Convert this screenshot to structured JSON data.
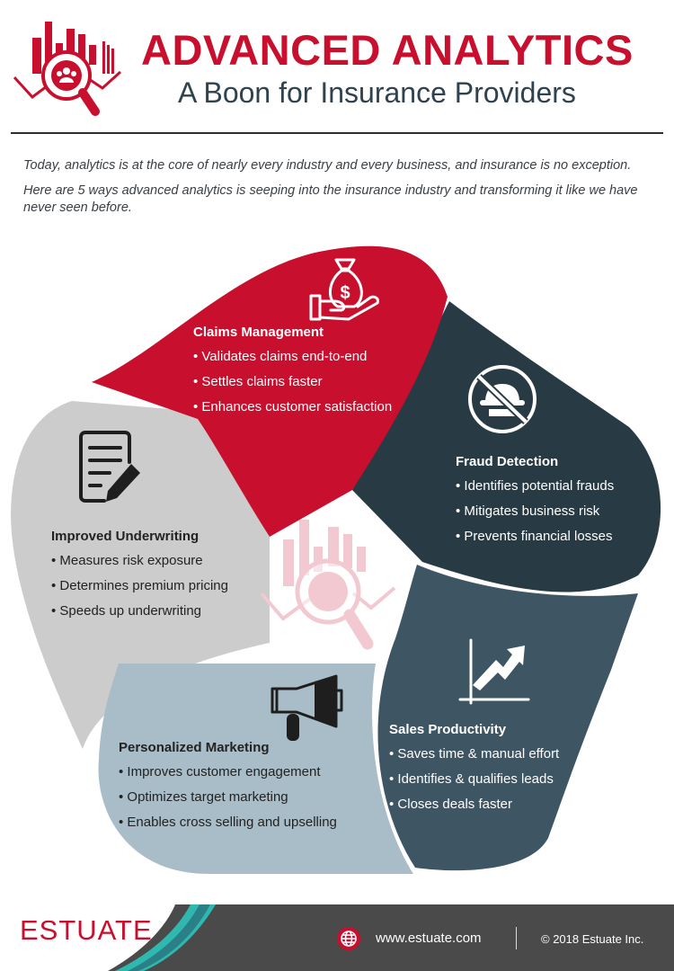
{
  "header": {
    "title": "ADVANCED ANALYTICS",
    "subtitle": "A Boon for Insurance Providers",
    "logo_icon": "analytics-magnifier-icon"
  },
  "intro": {
    "line1": "Today, analytics is at the core of nearly every industry and every business, and insurance is no exception.",
    "line2": "Here are 5 ways advanced analytics is seeping into the insurance industry and transforming it like we have never seen before."
  },
  "sections": {
    "claims": {
      "title": "Claims Management",
      "icon": "money-bag-hand-icon",
      "color": "#c8102e",
      "bullets": [
        "• Validates claims end-to-end",
        "• Settles claims faster",
        "• Enhances customer satisfaction"
      ]
    },
    "fraud": {
      "title": "Fraud Detection",
      "icon": "no-thief-icon",
      "color": "#283a44",
      "bullets": [
        "• Identifies potential frauds",
        "• Mitigates business risk",
        "• Prevents financial losses"
      ]
    },
    "sales": {
      "title": "Sales Productivity",
      "icon": "growth-chart-icon",
      "color": "#3e5564",
      "bullets": [
        "• Saves time & manual effort",
        "• Identifies & qualifies leads",
        "• Closes deals faster"
      ]
    },
    "marketing": {
      "title": "Personalized Marketing",
      "icon": "megaphone-icon",
      "color": "#a9bdc8",
      "bullets": [
        "• Improves customer engagement",
        "• Optimizes target marketing",
        "• Enables cross selling and upselling"
      ]
    },
    "underwriting": {
      "title": "Improved Underwriting",
      "icon": "document-pen-icon",
      "color": "#cccccc",
      "bullets": [
        "• Measures risk exposure",
        "• Determines premium pricing",
        "• Speeds up underwriting"
      ]
    }
  },
  "footer": {
    "brand": "ESTUATE",
    "website": "www.estuate.com",
    "copyright": "© 2018 Estuate Inc.",
    "globe_icon": "globe-icon"
  }
}
